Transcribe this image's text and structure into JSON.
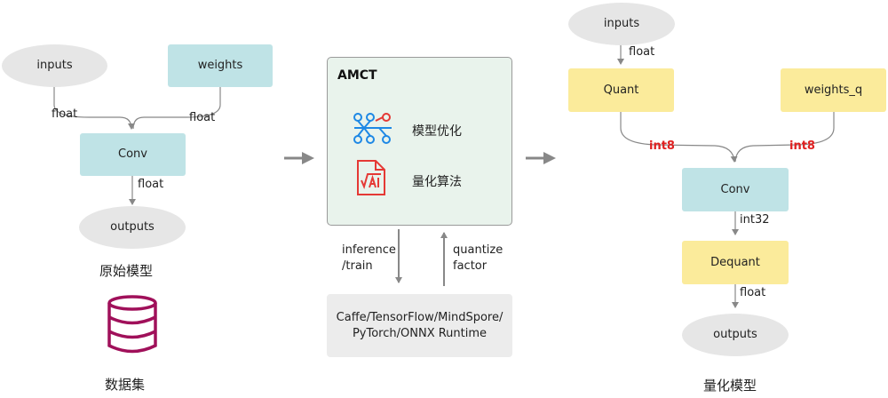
{
  "original_model": {
    "inputs": "inputs",
    "weights": "weights",
    "conv": "Conv",
    "outputs": "outputs",
    "edge_inputs": "float",
    "edge_weights": "float",
    "edge_conv_out": "float",
    "caption": "原始模型"
  },
  "dataset": {
    "caption": "数据集"
  },
  "amct": {
    "title": "AMCT",
    "item1": "模型优化",
    "item2": "量化算法",
    "edge_down_line1": "inference",
    "edge_down_line2": "/train",
    "edge_up_line1": "quantize",
    "edge_up_line2": "factor"
  },
  "framework": {
    "line1": "Caffe/TensorFlow/MindSpore/",
    "line2": "PyTorch/ONNX Runtime"
  },
  "quant_model": {
    "inputs": "inputs",
    "quant": "Quant",
    "weights_q": "weights_q",
    "conv": "Conv",
    "dequant": "Dequant",
    "outputs": "outputs",
    "edge_inputs": "float",
    "edge_quant": "int8",
    "edge_weights_q": "int8",
    "edge_conv": "int32",
    "edge_dequant": "float",
    "caption": "量化模型"
  },
  "colors": {
    "ellipse": "#e6e6e6",
    "teal": "#bfe3e6",
    "yellow": "#fbeb9b",
    "amct_bg": "#e9f3ec",
    "framework_bg": "#ececec",
    "int8_label": "#e02020",
    "icon_blue": "#1e88e5",
    "icon_red": "#e53935",
    "db_icon": "#a0105a",
    "arrow": "#888888"
  },
  "icons": [
    "network-optimization-icon",
    "ai-algorithm-icon",
    "database-icon",
    "arrow-right-icon"
  ]
}
